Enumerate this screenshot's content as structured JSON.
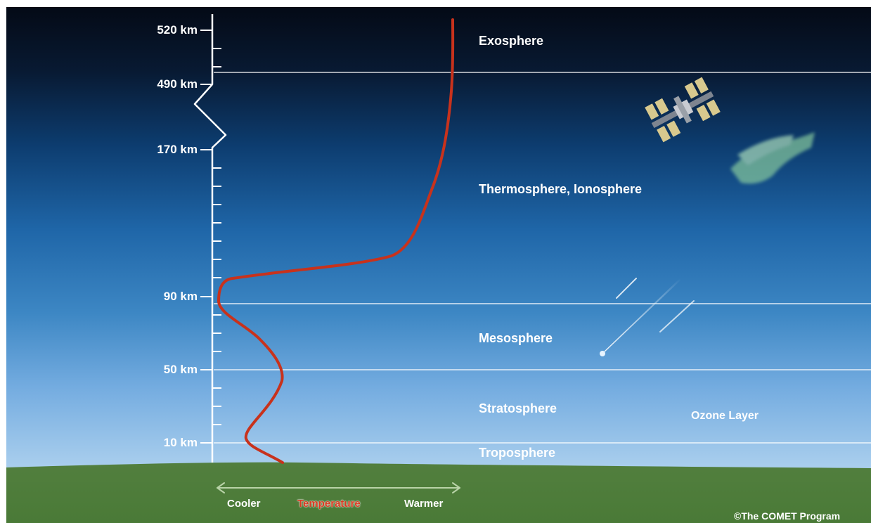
{
  "altitude_labels": {
    "a520": "520 km",
    "a490": "490 km",
    "a170": "170 km",
    "a90": "90 km",
    "a50": "50 km",
    "a10": "10 km"
  },
  "layers": {
    "exosphere": "Exosphere",
    "thermosphere": "Thermosphere, Ionosphere",
    "mesosphere": "Mesosphere",
    "stratosphere": "Stratosphere",
    "troposphere": "Troposphere",
    "ozone": "Ozone Layer"
  },
  "temperature_axis": {
    "cooler": "Cooler",
    "label": "Temperature",
    "warmer": "Warmer"
  },
  "credit": "©The COMET Program",
  "icons": [
    "satellite-icon",
    "aurora-icon",
    "meteor-icon"
  ],
  "colors": {
    "sky_top": "#040a16",
    "sky_bottom": "#a9cdea",
    "ground": "#4f7f3c",
    "temperature_curve": "#c8321c",
    "boundary_line": "#ffffff"
  }
}
